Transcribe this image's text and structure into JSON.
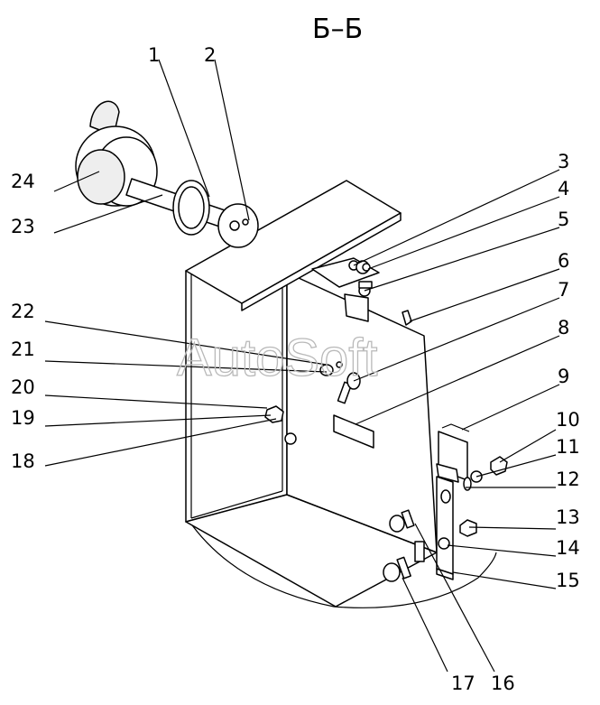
{
  "title": "Б–Б",
  "watermark": "AutoSoft",
  "callouts": [
    {
      "id": "1",
      "label": "1"
    },
    {
      "id": "2",
      "label": "2"
    },
    {
      "id": "3",
      "label": "3"
    },
    {
      "id": "4",
      "label": "4"
    },
    {
      "id": "5",
      "label": "5"
    },
    {
      "id": "6",
      "label": "6"
    },
    {
      "id": "7",
      "label": "7"
    },
    {
      "id": "8",
      "label": "8"
    },
    {
      "id": "9",
      "label": "9"
    },
    {
      "id": "10",
      "label": "10"
    },
    {
      "id": "11",
      "label": "11"
    },
    {
      "id": "12",
      "label": "12"
    },
    {
      "id": "13",
      "label": "13"
    },
    {
      "id": "14",
      "label": "14"
    },
    {
      "id": "15",
      "label": "15"
    },
    {
      "id": "16",
      "label": "16"
    },
    {
      "id": "17",
      "label": "17"
    },
    {
      "id": "18",
      "label": "18"
    },
    {
      "id": "19",
      "label": "19"
    },
    {
      "id": "20",
      "label": "20"
    },
    {
      "id": "21",
      "label": "21"
    },
    {
      "id": "22",
      "label": "22"
    },
    {
      "id": "23",
      "label": "23"
    },
    {
      "id": "24",
      "label": "24"
    }
  ]
}
